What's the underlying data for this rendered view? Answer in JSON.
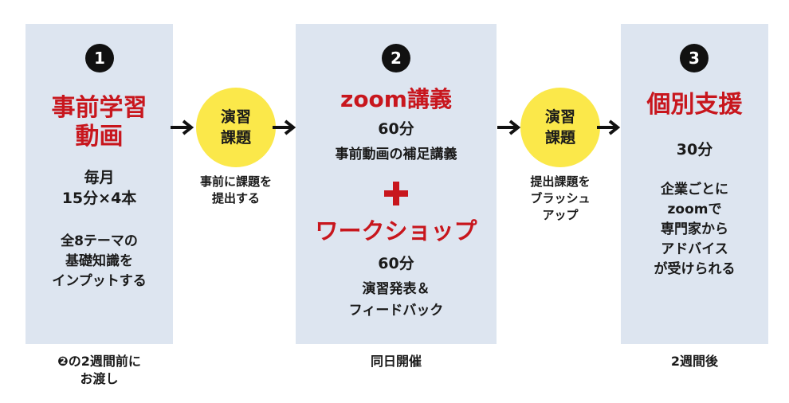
{
  "step1": {
    "number": "1",
    "title_line1": "事前学習",
    "title_line2": "動画",
    "freq_line1": "毎月",
    "freq_line2": "15分×4本",
    "desc_line1": "全8テーマの",
    "desc_line2": "基礎知識を",
    "desc_line3": "インプットする",
    "timing_line1": "❷の2週間前に",
    "timing_line2": "お渡し"
  },
  "connector1": {
    "circle_line1": "演習",
    "circle_line2": "課題",
    "note_line1": "事前に課題を",
    "note_line2": "提出する"
  },
  "step2": {
    "number": "2",
    "title": "zoom講義",
    "duration1": "60分",
    "desc1": "事前動画の補足講義",
    "subtitle": "ワークショップ",
    "duration2": "60分",
    "desc2_line1": "演習発表＆",
    "desc2_line2": "フィードバック",
    "timing": "同日開催"
  },
  "connector2": {
    "circle_line1": "演習",
    "circle_line2": "課題",
    "note_line1": "提出課題を",
    "note_line2": "ブラッシュ",
    "note_line3": "アップ"
  },
  "step3": {
    "number": "3",
    "title": "個別支援",
    "duration": "30分",
    "desc_line1": "企業ごとに",
    "desc_line2": "zoomで",
    "desc_line3": "専門家から",
    "desc_line4": "アドバイス",
    "desc_line5": "が受けられる",
    "timing": "2週間後"
  },
  "colors": {
    "panel": "#dde5f0",
    "accent_red": "#c8161d",
    "circle_yellow": "#fbe84a",
    "number_badge": "#111111"
  }
}
